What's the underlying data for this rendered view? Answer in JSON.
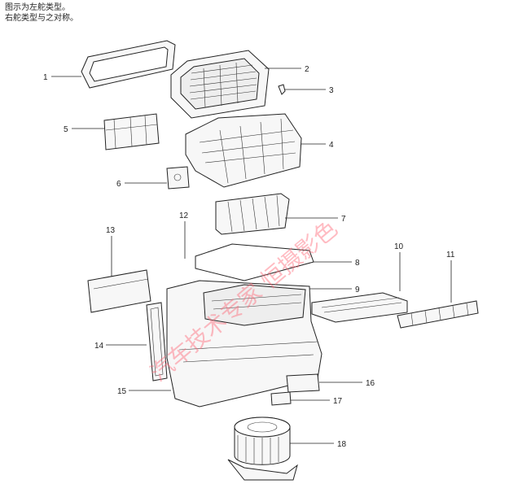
{
  "notes": {
    "line1": "图示为左舵类型。",
    "line2": "右舵类型与之对称。"
  },
  "callouts": [
    "1",
    "2",
    "3",
    "4",
    "5",
    "6",
    "7",
    "8",
    "9",
    "10",
    "11",
    "12",
    "13",
    "14",
    "15",
    "16",
    "17",
    "18"
  ],
  "watermark": "汽车技术专家 恒摄影色"
}
